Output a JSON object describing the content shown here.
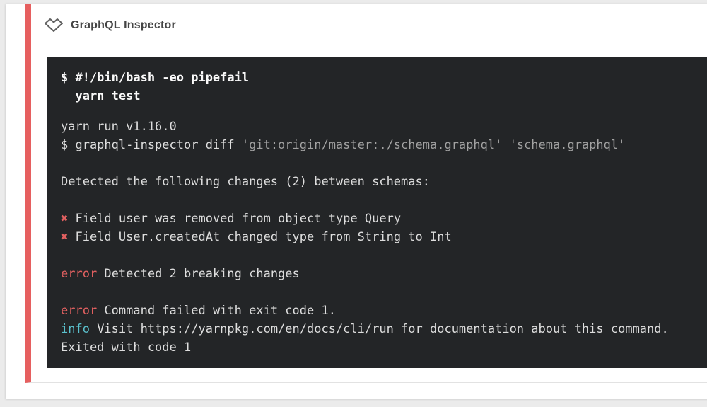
{
  "header": {
    "title": "GraphQL Inspector"
  },
  "terminal": {
    "command_lines": [
      "$ #!/bin/bash -eo pipefail",
      "  yarn test"
    ],
    "output_lines": [
      [
        {
          "t": "yarn run v1.16.0",
          "c": "fg"
        }
      ],
      [
        {
          "t": "$ graphql-inspector diff ",
          "c": "fg"
        },
        {
          "t": "'git:origin/master:./schema.graphql'",
          "c": "dim"
        },
        {
          "t": " ",
          "c": "fg"
        },
        {
          "t": "'schema.graphql'",
          "c": "dim"
        }
      ],
      [],
      [
        {
          "t": "Detected the following changes (2) between schemas:",
          "c": "fg"
        }
      ],
      [],
      [
        {
          "t": "✖",
          "c": "red"
        },
        {
          "t": " Field user was removed from object type Query",
          "c": "fg"
        }
      ],
      [
        {
          "t": "✖",
          "c": "red"
        },
        {
          "t": " Field User.createdAt changed type from String to Int",
          "c": "fg"
        }
      ],
      [],
      [
        {
          "t": "error",
          "c": "red"
        },
        {
          "t": " Detected 2 breaking changes",
          "c": "fg"
        }
      ],
      [],
      [
        {
          "t": "error",
          "c": "red"
        },
        {
          "t": " Command failed with exit code 1.",
          "c": "fg"
        }
      ],
      [
        {
          "t": "info",
          "c": "cyan"
        },
        {
          "t": " Visit https://yarnpkg.com/en/docs/cli/run for documentation about this command.",
          "c": "fg"
        }
      ],
      [
        {
          "t": "Exited with code 1",
          "c": "fg"
        }
      ]
    ]
  },
  "colors": {
    "page_bg": "#ebebeb",
    "card_bg": "#ffffff",
    "accent_red": "#e65f5f",
    "divider": "#e2e2e2",
    "title_color": "#454545",
    "icon_stroke": "#606060",
    "terminal_bg": "#232527",
    "terminal_fg": "#dedede",
    "terminal_bold": "#fafafa",
    "terminal_dim": "#a2a2a2",
    "error_red": "#e16060",
    "info_cyan": "#5ac0cc"
  }
}
